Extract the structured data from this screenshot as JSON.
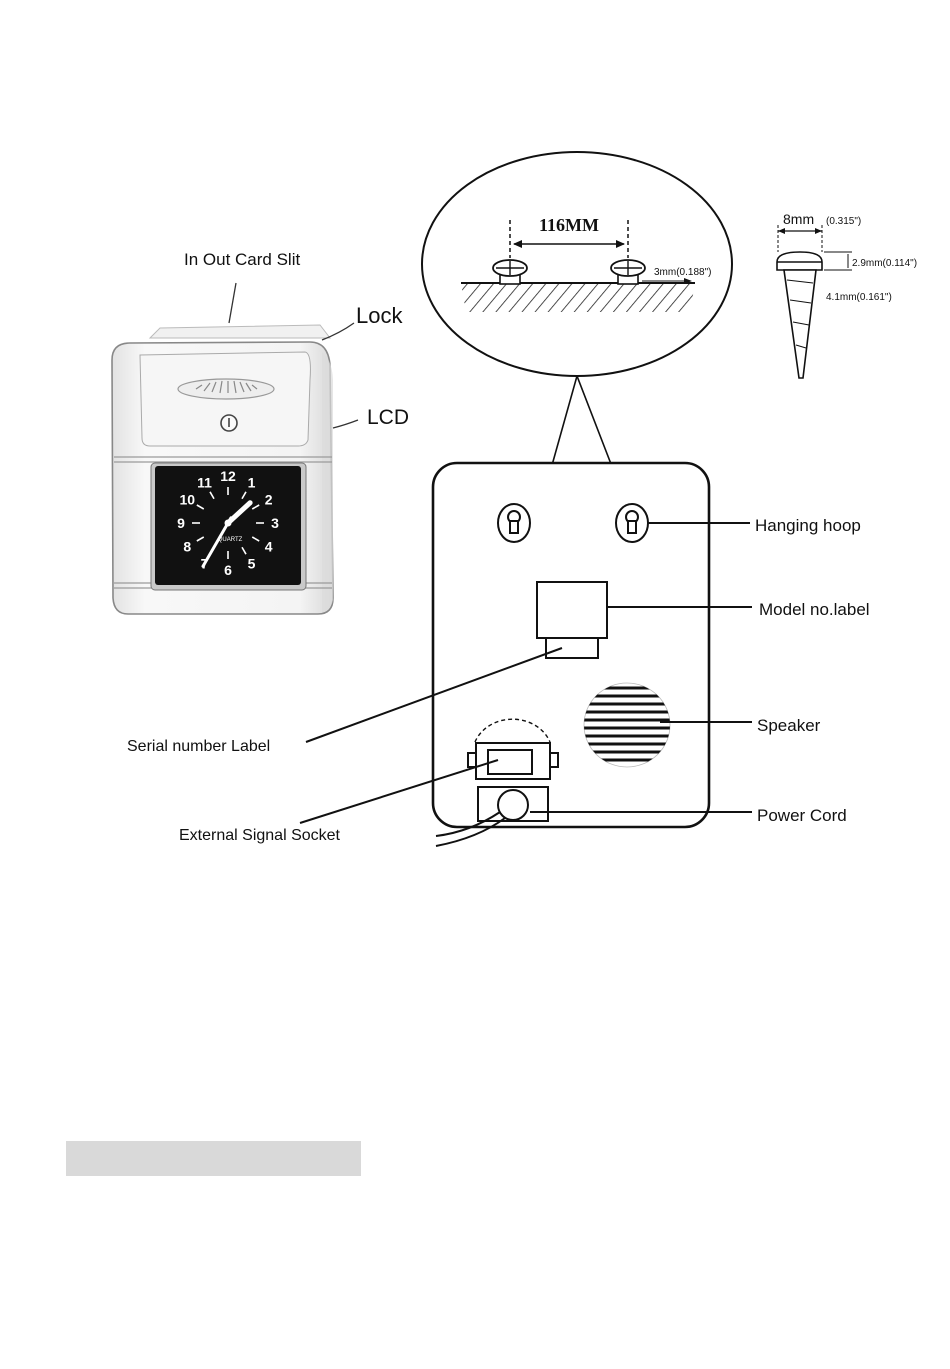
{
  "device_labels": {
    "card_slit": "In Out Card Slit",
    "lock": "Lock",
    "lcd": "LCD"
  },
  "clock_face": {
    "numbers": [
      "12",
      "1",
      "2",
      "3",
      "4",
      "5",
      "6",
      "7",
      "8",
      "9",
      "10",
      "11"
    ],
    "brand": "QUARTZ",
    "time": {
      "hour": 1,
      "minute": 35
    }
  },
  "mounting_detail": {
    "screw_spacing": "116MM",
    "screw_gap": "3mm(0.188\")"
  },
  "screw_detail": {
    "head_width": "8mm",
    "head_width_inch": "(0.315\")",
    "head_height": "2.9mm(0.114\")",
    "shaft": "4.1mm(0.161\")"
  },
  "back_panel_labels": {
    "hanging_hoop": "Hanging hoop",
    "model_label": "Model no.label",
    "speaker": "Speaker",
    "power_cord": "Power Cord",
    "serial_label": "Serial number Label",
    "external_socket": "External Signal Socket"
  }
}
